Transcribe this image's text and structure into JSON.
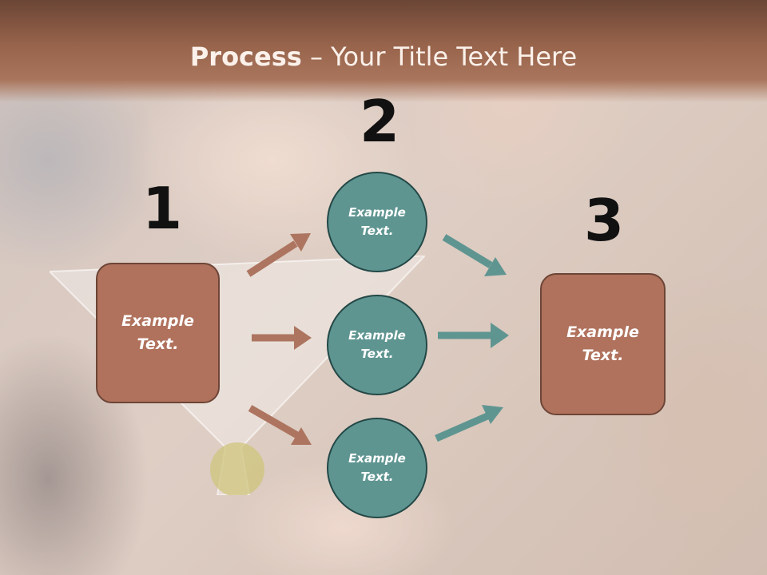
{
  "slide": {
    "title_bold": "Process",
    "title_rest": " – Your Title Text Here"
  },
  "steps": [
    "1",
    "2",
    "3"
  ],
  "nodes": {
    "left_box": "Example\nText.",
    "circle_top": "Example\nText.",
    "circle_middle": "Example\nText.",
    "circle_bottom": "Example\nText.",
    "right_box": "Example\nText."
  },
  "colors": {
    "header": "#98644c",
    "box_fill": "#b0725d",
    "circle_fill": "#5f9591",
    "arrow_brown": "#ad7560",
    "arrow_teal": "#5f9591",
    "step_number": "#111111"
  }
}
